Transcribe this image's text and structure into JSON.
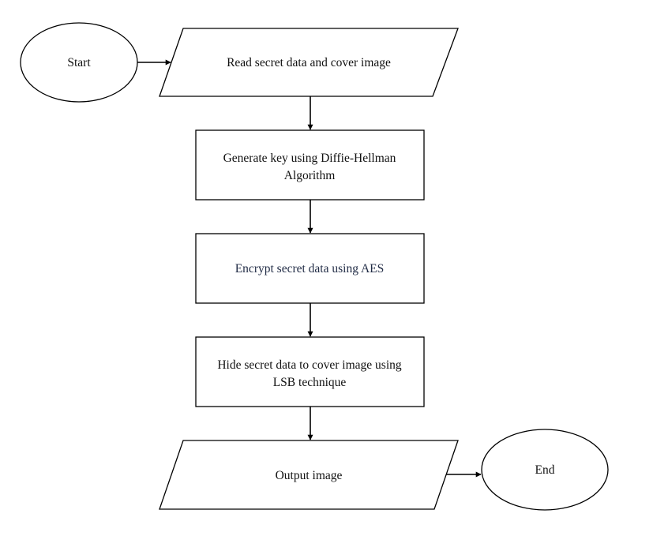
{
  "flowchart": {
    "start": {
      "label": "Start",
      "shape": "ellipse"
    },
    "read_input": {
      "label": "Read secret data and cover image",
      "shape": "parallelogram"
    },
    "generate_key": {
      "lines": [
        "Generate key using Diffie-Hellman",
        "Algorithm"
      ],
      "shape": "rectangle"
    },
    "encrypt": {
      "label": "Encrypt secret data using AES",
      "shape": "rectangle",
      "text_color": "#1f2a44"
    },
    "hide_data": {
      "lines": [
        "Hide secret data to cover image using",
        "LSB technique"
      ],
      "shape": "rectangle"
    },
    "output": {
      "label": "Output image",
      "shape": "parallelogram"
    },
    "end": {
      "label": "End",
      "shape": "ellipse"
    }
  },
  "colors": {
    "stroke": "#000000",
    "fill": "#ffffff",
    "text": "#111111"
  }
}
